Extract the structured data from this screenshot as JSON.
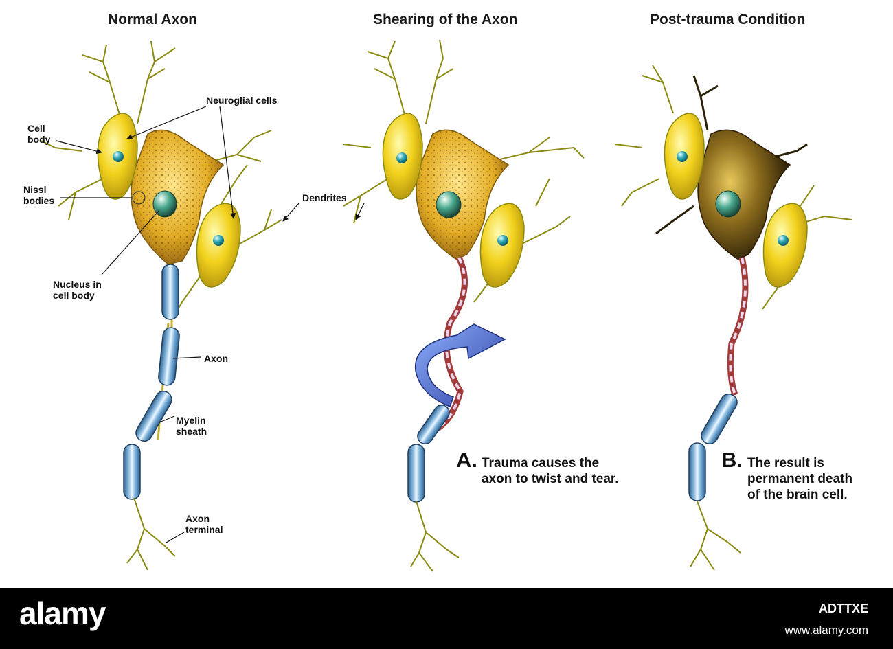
{
  "panels": {
    "normal": {
      "title": "Normal Axon"
    },
    "shearing": {
      "title": "Shearing of the Axon"
    },
    "post": {
      "title": "Post-trauma Condition"
    }
  },
  "labels": {
    "neuroglial": "Neuroglial cells",
    "cell_body": [
      "Cell",
      "body"
    ],
    "nissl": [
      "Nissl",
      "bodies"
    ],
    "dendrites": "Dendrites",
    "nucleus": [
      "Nucleus in",
      "cell body"
    ],
    "axon": "Axon",
    "myelin": [
      "Myelin",
      "sheath"
    ],
    "terminal": [
      "Axon",
      "terminal"
    ]
  },
  "captions": {
    "a": {
      "letter": "A.",
      "lines": [
        "Trauma causes the",
        "axon to twist and tear."
      ]
    },
    "b": {
      "letter": "B.",
      "lines": [
        "The result is",
        "permanent death",
        "of the brain cell."
      ]
    }
  },
  "watermark": {
    "brand": "alamy",
    "image_id": "ADTTXE",
    "site": "www.alamy.com"
  },
  "colors": {
    "cell_yellow": "#f2d21c",
    "cell_gold": "#d9a21a",
    "myelin_blue": "#7fb4dd",
    "arrow_blue": "#4f6fd0",
    "nucleus_teal": "#2fa6b4"
  }
}
